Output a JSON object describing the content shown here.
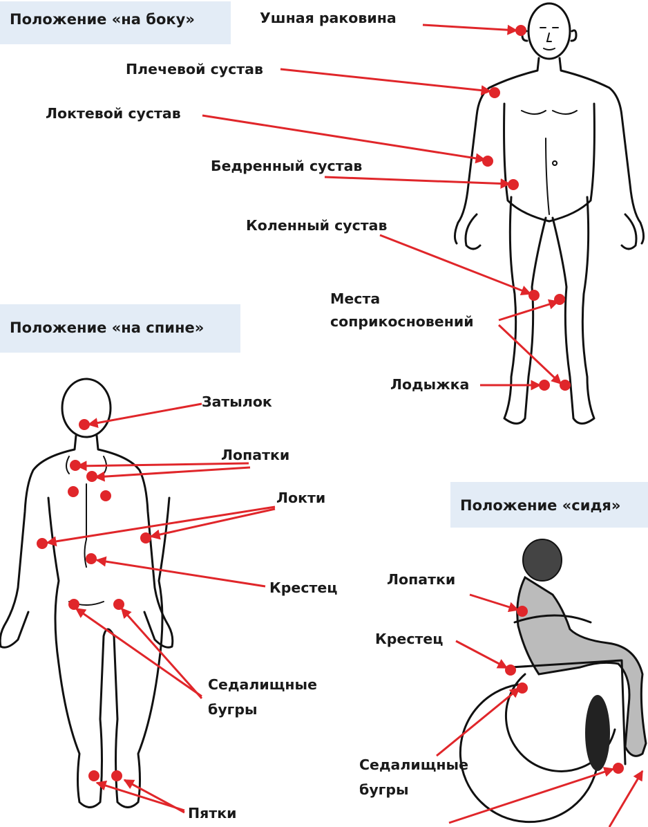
{
  "headers": {
    "side": "Положение «на боку»",
    "back": "Положение «на спине»",
    "sitting": "Положение «сидя»"
  },
  "labels": {
    "ear": "Ушная раковина",
    "shoulder": "Плечевой сустав",
    "elbow": "Локтевой сустав",
    "hip": "Бедренный сустав",
    "knee": "Коленный сустав",
    "contact_1": "Места",
    "contact_2": "соприкосновений",
    "ankle": "Лодыжка",
    "occiput": "Затылок",
    "scapulae_back": "Лопатки",
    "elbows": "Локти",
    "sacrum_back": "Крестец",
    "ischial_back_1": "Седалищные",
    "ischial_back_2": "бугры",
    "heels_back": "Пятки",
    "scapulae_sit": "Лопатки",
    "sacrum_sit": "Крестец",
    "ischial_sit_1": "Седалищные",
    "ischial_sit_2": "бугры"
  },
  "colors": {
    "marker": "#e0262a",
    "header_bg": "#e3ecf6",
    "ink": "#111111"
  }
}
